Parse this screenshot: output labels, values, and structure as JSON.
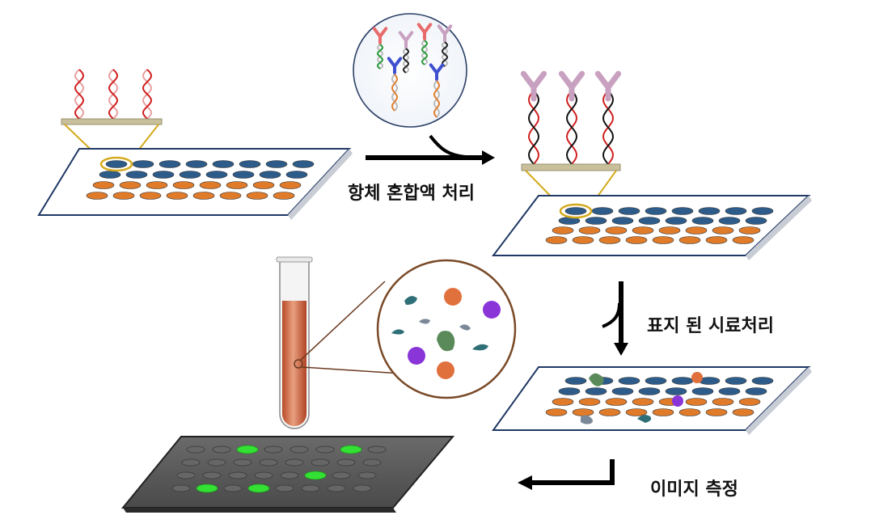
{
  "labels": {
    "step1": "항체 혼합액 처리",
    "step2": "표지 된 시료처리",
    "step3": "이미지 측정"
  },
  "colors": {
    "slide_face": "#ffffff",
    "slide_edge": "#1f3864",
    "spot_blue": "#2e5c8a",
    "spot_orange": "#e07b2a",
    "dna_red": "#d02020",
    "antibody_pink": "#c8a0c0",
    "antibody_red": "#e86a6a",
    "antibody_blue": "#4050d0",
    "tube_liquid": "#c8603a",
    "bead_teal": "#2f6f78",
    "bead_orange": "#e0703c",
    "bead_purple": "#8a35d8",
    "bead_green": "#5a8a5a",
    "bead_gray": "#7a8898",
    "chip_dark": "#555555",
    "chip_green": "#33e033",
    "zoom_yellow": "#d4aa1c"
  },
  "icons": [
    "dna-strand-icon",
    "antibody-icon",
    "test-tube-icon",
    "arrow-icon"
  ]
}
